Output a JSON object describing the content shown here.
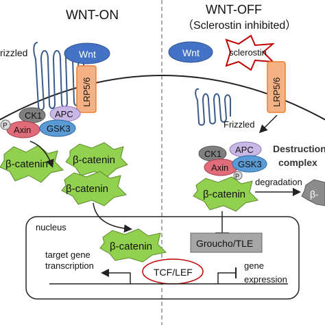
{
  "panels": {
    "left_title": "WNT-ON",
    "right_title": "WNT-OFF",
    "right_subtitle": "（Sclerostin inhibited）"
  },
  "left": {
    "frizzled_label": "rizzled",
    "wnt_label": "Wnt",
    "lrp_label": "LRP5/6",
    "complex": {
      "ck1": "CK1",
      "apc": "APC",
      "axin": "Axin",
      "gsk3": "GSK3",
      "p": "P"
    },
    "catenin_1": "β-catenin",
    "catenin_2": "β-catenin",
    "catenin_3": "β-catenin"
  },
  "right": {
    "wnt_label": "Wnt",
    "sclerostin_label": "sclerostin",
    "lrp_label": "LRP5/6",
    "frizzled_label": "Frizzled",
    "complex": {
      "ck1": "CK1",
      "apc": "APC",
      "axin": "Axin",
      "gsk3": "GSK3",
      "p": "P"
    },
    "destruction_label_1": "Destruction",
    "destruction_label_2": "complex",
    "degradation_label": "degradation",
    "degraded_fragment": "β-",
    "catenin": "β-catenin"
  },
  "nucleus": {
    "label": "nucleus",
    "catenin": "β-catenin",
    "groucho": "Groucho/TLE",
    "tcf": "TCF/LEF",
    "target_1": "target gene",
    "target_2": "transcription",
    "expr_1": "gene",
    "expr_2": "expression"
  },
  "colors": {
    "wnt": "#4472C4",
    "lrp": "#F4B183",
    "lrp_border": "#ED7D31",
    "ck1": "#7F7F7F",
    "apc": "#C9B8E6",
    "axin": "#E06C7A",
    "gsk3": "#5B9BD5",
    "catenin": "#92D050",
    "groucho": "#A6A6A6",
    "tcf_border": "#C00000",
    "sclerostin_border": "#C00000"
  }
}
